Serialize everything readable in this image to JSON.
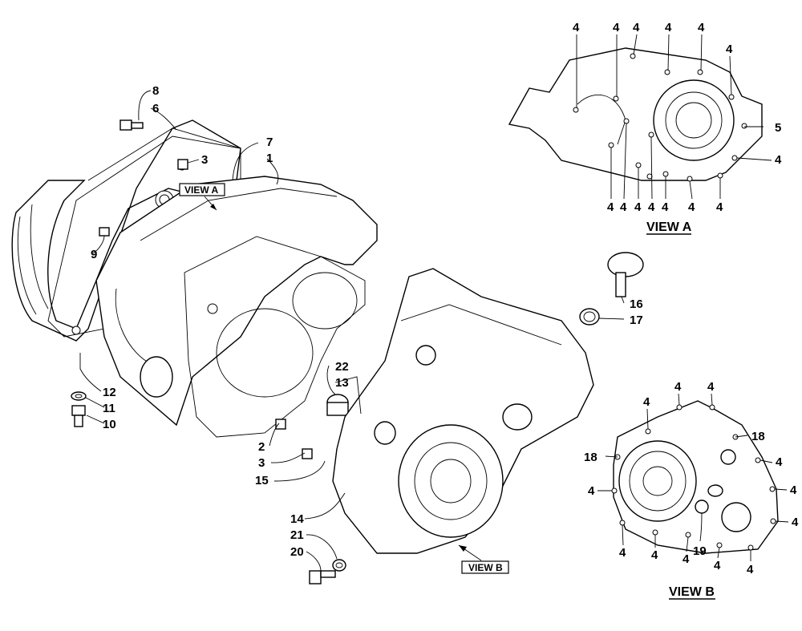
{
  "diagram": {
    "callouts": [
      {
        "id": "c8",
        "text": "8"
      },
      {
        "id": "c6",
        "text": "6"
      },
      {
        "id": "c3a",
        "text": "3"
      },
      {
        "id": "c7",
        "text": "7"
      },
      {
        "id": "c1",
        "text": "1"
      },
      {
        "id": "c9",
        "text": "9"
      },
      {
        "id": "c12",
        "text": "12"
      },
      {
        "id": "c11",
        "text": "11"
      },
      {
        "id": "c10",
        "text": "10"
      },
      {
        "id": "c22",
        "text": "22"
      },
      {
        "id": "c13",
        "text": "13"
      },
      {
        "id": "c2",
        "text": "2"
      },
      {
        "id": "c3b",
        "text": "3"
      },
      {
        "id": "c15",
        "text": "15"
      },
      {
        "id": "c14",
        "text": "14"
      },
      {
        "id": "c21",
        "text": "21"
      },
      {
        "id": "c20",
        "text": "20"
      },
      {
        "id": "c16",
        "text": "16"
      },
      {
        "id": "c17",
        "text": "17"
      },
      {
        "id": "c5",
        "text": "5"
      },
      {
        "id": "c18a",
        "text": "18"
      },
      {
        "id": "c18b",
        "text": "18"
      },
      {
        "id": "c19",
        "text": "19"
      }
    ],
    "hole_callout_text": "4",
    "view_tags": {
      "view_a": "VIEW A",
      "view_b": "VIEW B"
    },
    "view_captions": {
      "view_a": "VIEW A",
      "view_b": "VIEW B"
    }
  }
}
